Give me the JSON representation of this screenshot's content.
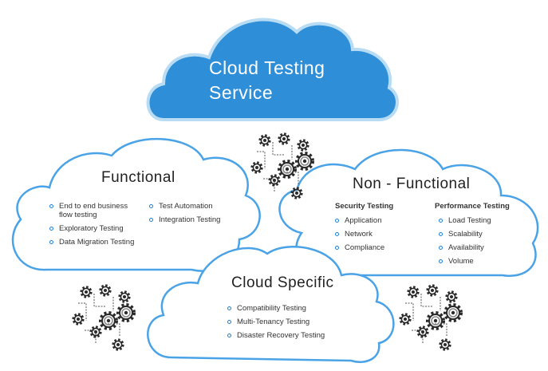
{
  "main_cloud": {
    "title_line1": "Cloud Testing",
    "title_line2": "Service"
  },
  "functional": {
    "title": "Functional",
    "left_items": [
      "End to end business flow testing",
      "Exploratory Testing",
      "Data Migration Testing"
    ],
    "right_items": [
      "Test Automation",
      "Integration Testing"
    ]
  },
  "non_functional": {
    "title": "Non - Functional",
    "security": {
      "heading": "Security Testing",
      "items": [
        "Application",
        "Network",
        "Compliance"
      ]
    },
    "performance": {
      "heading": "Performance Testing",
      "items": [
        "Load Testing",
        "Scalability",
        "Availability",
        "Volume"
      ]
    }
  },
  "cloud_specific": {
    "title": "Cloud Specific",
    "items": [
      "Compatibility Testing",
      "Multi-Tenancy Testing",
      "Disaster Recovery Testing"
    ]
  },
  "colors": {
    "accent": "#1b7fd6",
    "main_fill": "#2e8fd8",
    "outline": "#3d9be0",
    "gear": "#2a2a2a"
  },
  "icons": [
    "gear-cluster-icon"
  ]
}
